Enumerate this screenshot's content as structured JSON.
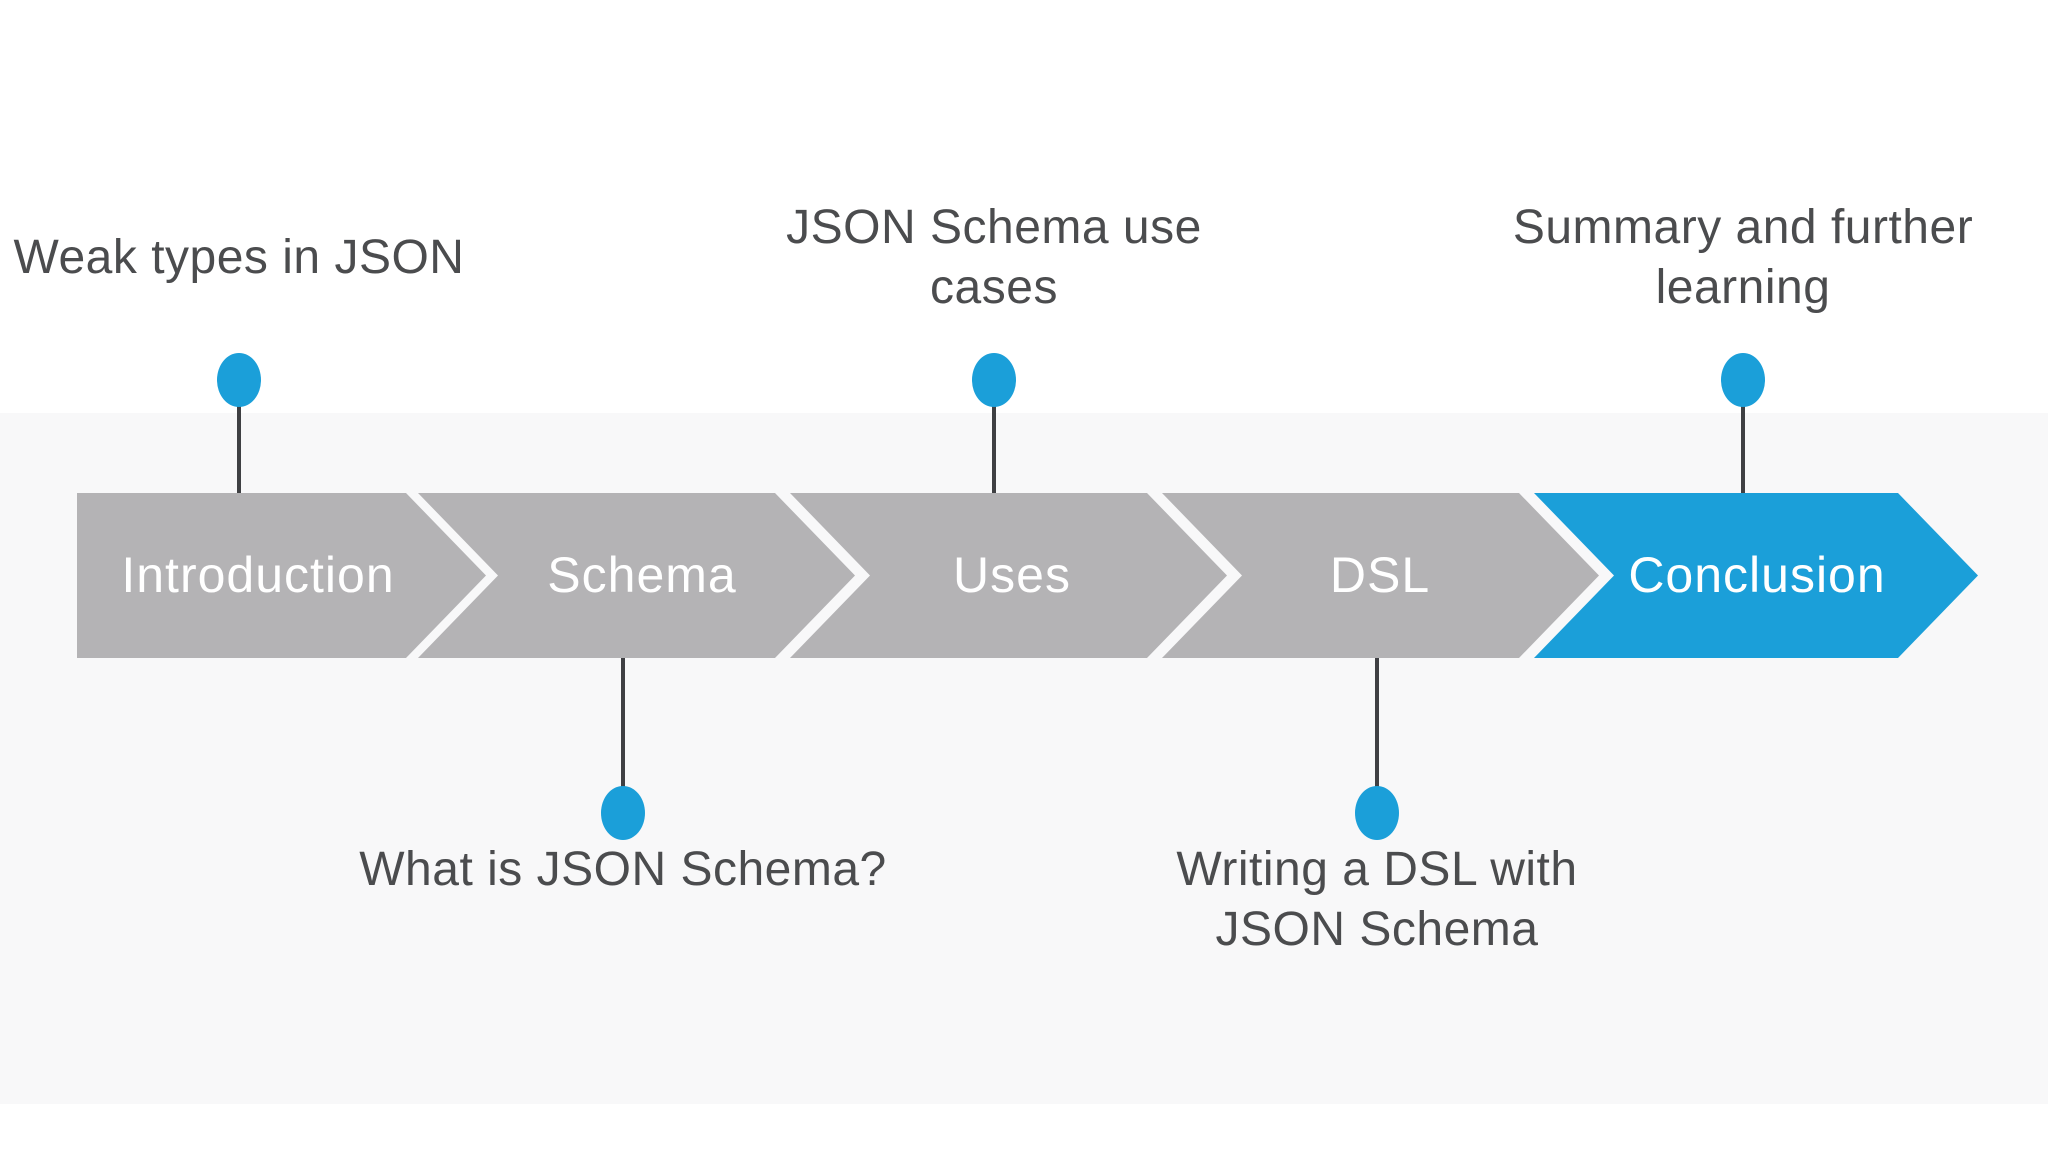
{
  "slide": {
    "description": "Course module timeline with chevron process arrow and milestone callouts"
  },
  "colors": {
    "accent_blue": "#1b9fd9",
    "segment_gray": "#b4b3b5",
    "segment_text": "#ffffff",
    "callout_text": "#4b4c4e",
    "connector": "#3f4043",
    "background": "#ffffff",
    "background_band": "#f8f8f9"
  },
  "timeline": {
    "segments": [
      {
        "label": "Introduction",
        "highlighted": false
      },
      {
        "label": "Schema",
        "highlighted": false
      },
      {
        "label": "Uses",
        "highlighted": false
      },
      {
        "label": "DSL",
        "highlighted": false
      },
      {
        "label": "Conclusion",
        "highlighted": true
      }
    ]
  },
  "callouts": [
    {
      "segment": "Introduction",
      "side": "above",
      "label": "Weak types in JSON",
      "lines": [
        "Weak types in JSON"
      ]
    },
    {
      "segment": "Schema",
      "side": "below",
      "label": "What is JSON Schema?",
      "lines": [
        "What is JSON Schema?"
      ]
    },
    {
      "segment": "Uses",
      "side": "above",
      "label": "JSON Schema use cases",
      "lines": [
        "JSON Schema use",
        "cases"
      ]
    },
    {
      "segment": "DSL",
      "side": "below",
      "label": "Writing a DSL with JSON Schema",
      "lines": [
        "Writing a DSL with",
        "JSON Schema"
      ]
    },
    {
      "segment": "Conclusion",
      "side": "above",
      "label": "Summary and further learning",
      "lines": [
        "Summary and further",
        "learning"
      ]
    }
  ]
}
